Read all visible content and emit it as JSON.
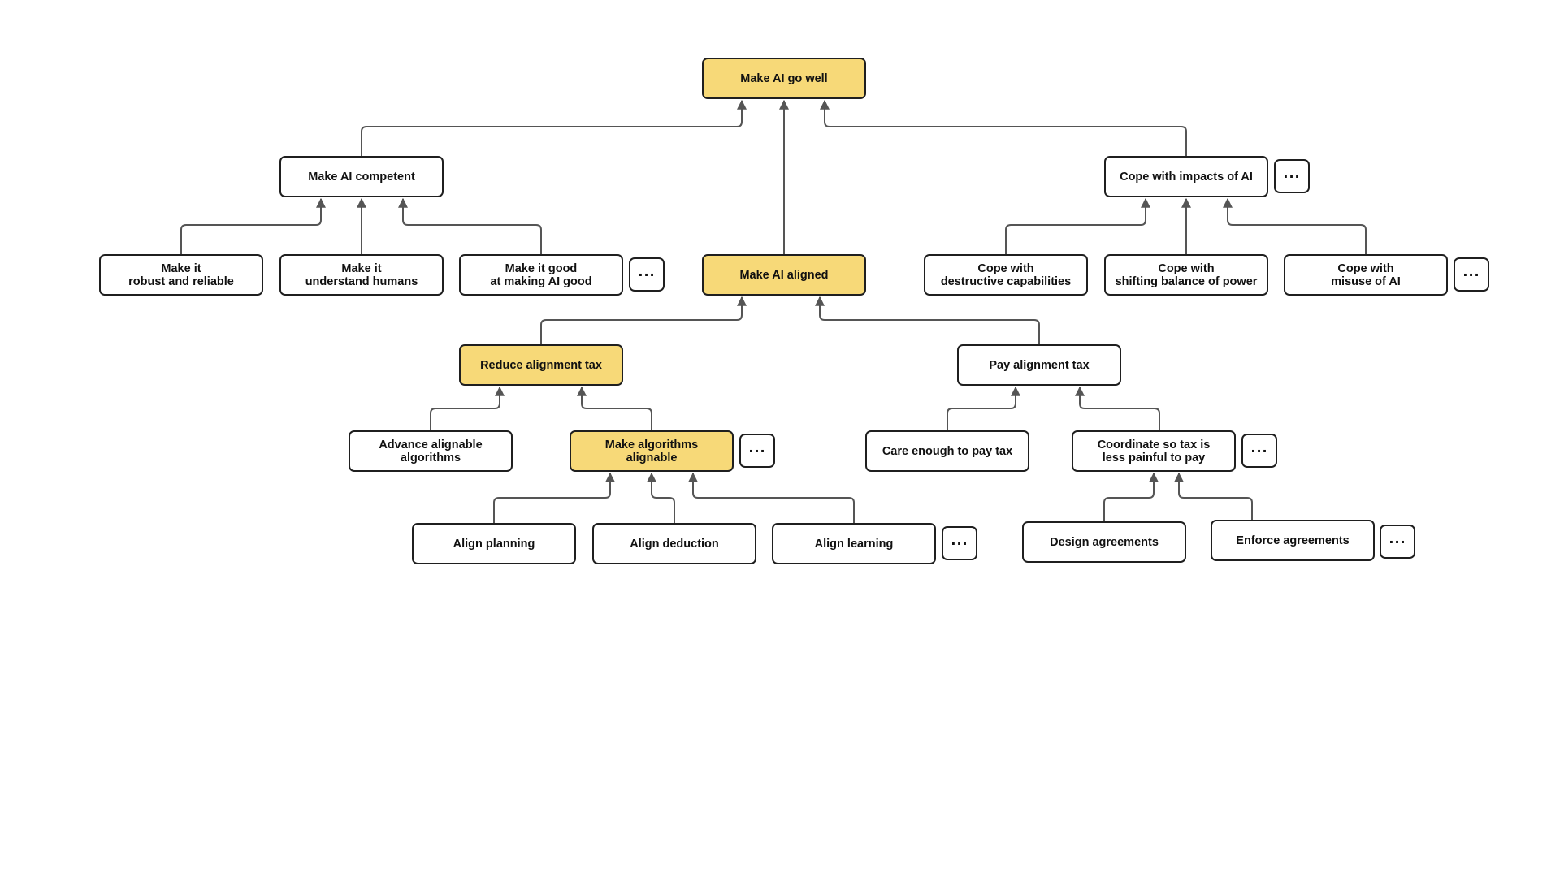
{
  "colors": {
    "highlight_fill": "#f7d978",
    "node_fill": "#ffffff",
    "stroke": "#1f1f1f",
    "connector": "#555555"
  },
  "more_glyph": "···",
  "nodes": {
    "root": "Make AI go well",
    "competent": "Make AI competent",
    "aligned": "Make AI aligned",
    "cope": "Cope with impacts of AI",
    "robust": "Make it\nrobust and reliable",
    "understand": "Make it\nunderstand humans",
    "good_ai": "Make it good\nat making AI good",
    "destructive": "Cope with\ndestructive capabilities",
    "power": "Cope with\nshifting balance of power",
    "misuse": "Cope with\nmisuse of AI",
    "reduce_tax": "Reduce alignment tax",
    "pay_tax": "Pay alignment tax",
    "advance": "Advance alignable\nalgorithms",
    "make_alignable": "Make algorithms\nalignable",
    "care": "Care enough to pay tax",
    "coordinate": "Coordinate so tax is\nless painful to pay",
    "planning": "Align planning",
    "deduction": "Align deduction",
    "learning": "Align learning",
    "design": "Design agreements",
    "enforce": "Enforce agreements"
  }
}
